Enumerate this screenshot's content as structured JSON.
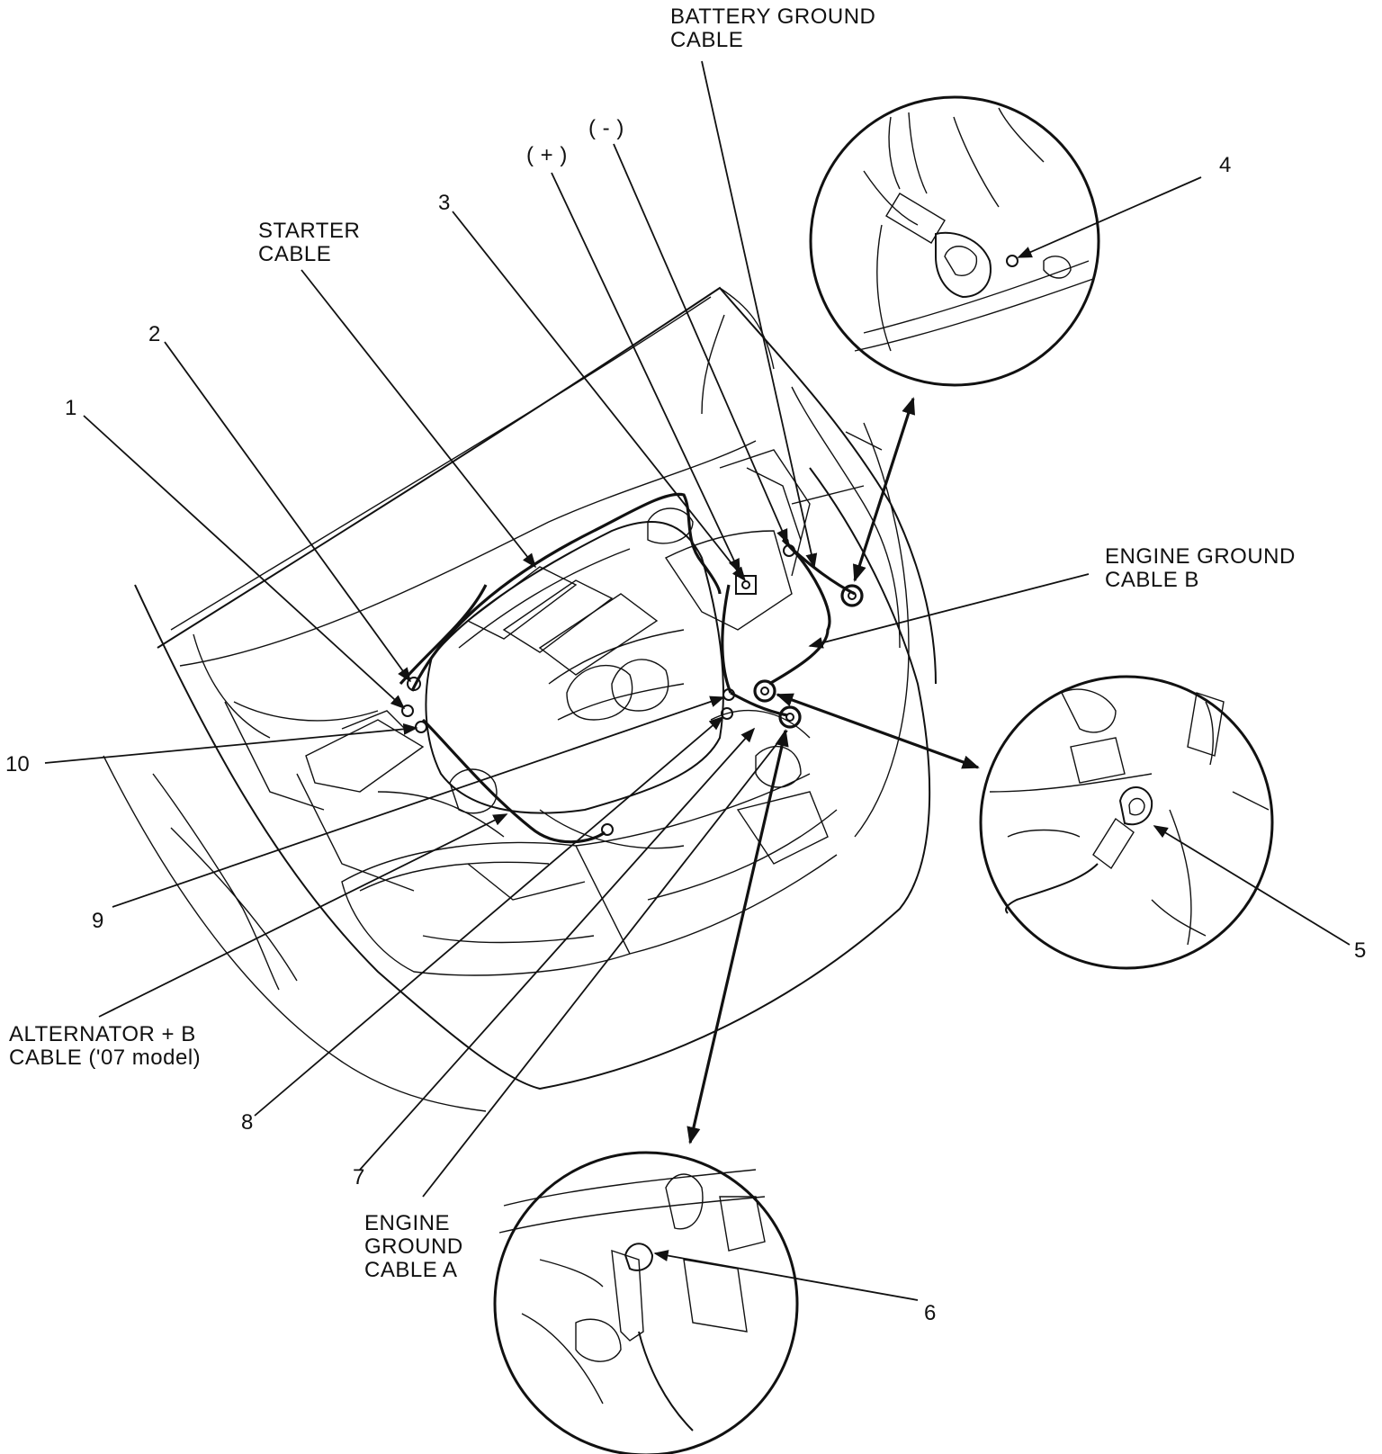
{
  "labels": {
    "battery_ground_cable": [
      "BATTERY GROUND",
      "CABLE"
    ],
    "negative_terminal": "( - )",
    "positive_terminal": "( + )",
    "starter_cable": [
      "STARTER",
      "CABLE"
    ],
    "engine_ground_cable_b": [
      "ENGINE GROUND",
      "CABLE B"
    ],
    "alternator_cable": [
      "ALTERNATOR  + B",
      "CABLE ('07 model)"
    ],
    "engine_ground_cable_a": [
      "ENGINE",
      "GROUND",
      "CABLE A"
    ]
  },
  "callouts": [
    "1",
    "2",
    "3",
    "4",
    "5",
    "6",
    "7",
    "8",
    "9",
    "10"
  ]
}
